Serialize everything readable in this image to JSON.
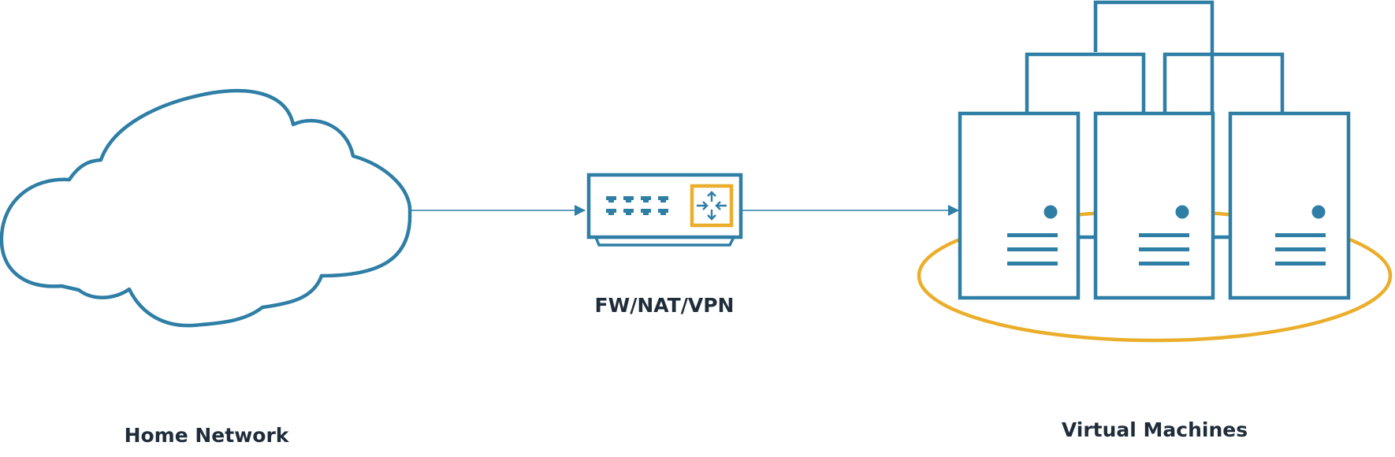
{
  "colors": {
    "primary": "#2e7ea6",
    "accent": "#ebae2a",
    "text": "#1f2d3a",
    "background": "#ffffff"
  },
  "nodes": [
    {
      "id": "home-network",
      "icon": "cloud-icon",
      "label": "Home Network"
    },
    {
      "id": "firewall",
      "icon": "firewall-router-icon",
      "label": "FW/NAT/VPN"
    },
    {
      "id": "virtual-machines",
      "icon": "server-cluster-icon",
      "label": "Virtual Machines"
    }
  ],
  "edges": [
    {
      "from": "home-network",
      "to": "firewall"
    },
    {
      "from": "firewall",
      "to": "virtual-machines"
    }
  ]
}
